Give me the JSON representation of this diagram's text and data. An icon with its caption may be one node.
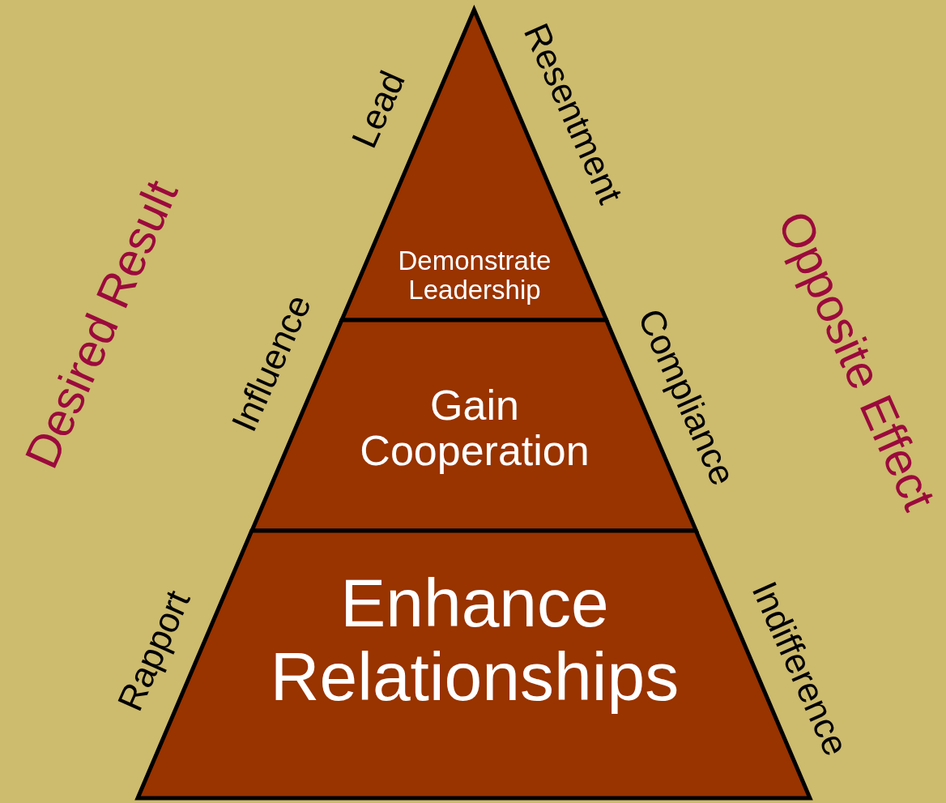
{
  "diagram": {
    "nodes": [
      {
        "text": [
          "Demonstrate Leadership"
        ]
      },
      {
        "text": [
          "Gain Cooperation"
        ]
      },
      {
        "text": [
          "Enhance Relationships"
        ]
      }
    ],
    "labels": [
      "Desired Result",
      "Lead",
      "Resentment",
      "Opposite Effect",
      "Influence",
      "Compliance",
      "Rapport",
      "Indifference"
    ]
  }
}
